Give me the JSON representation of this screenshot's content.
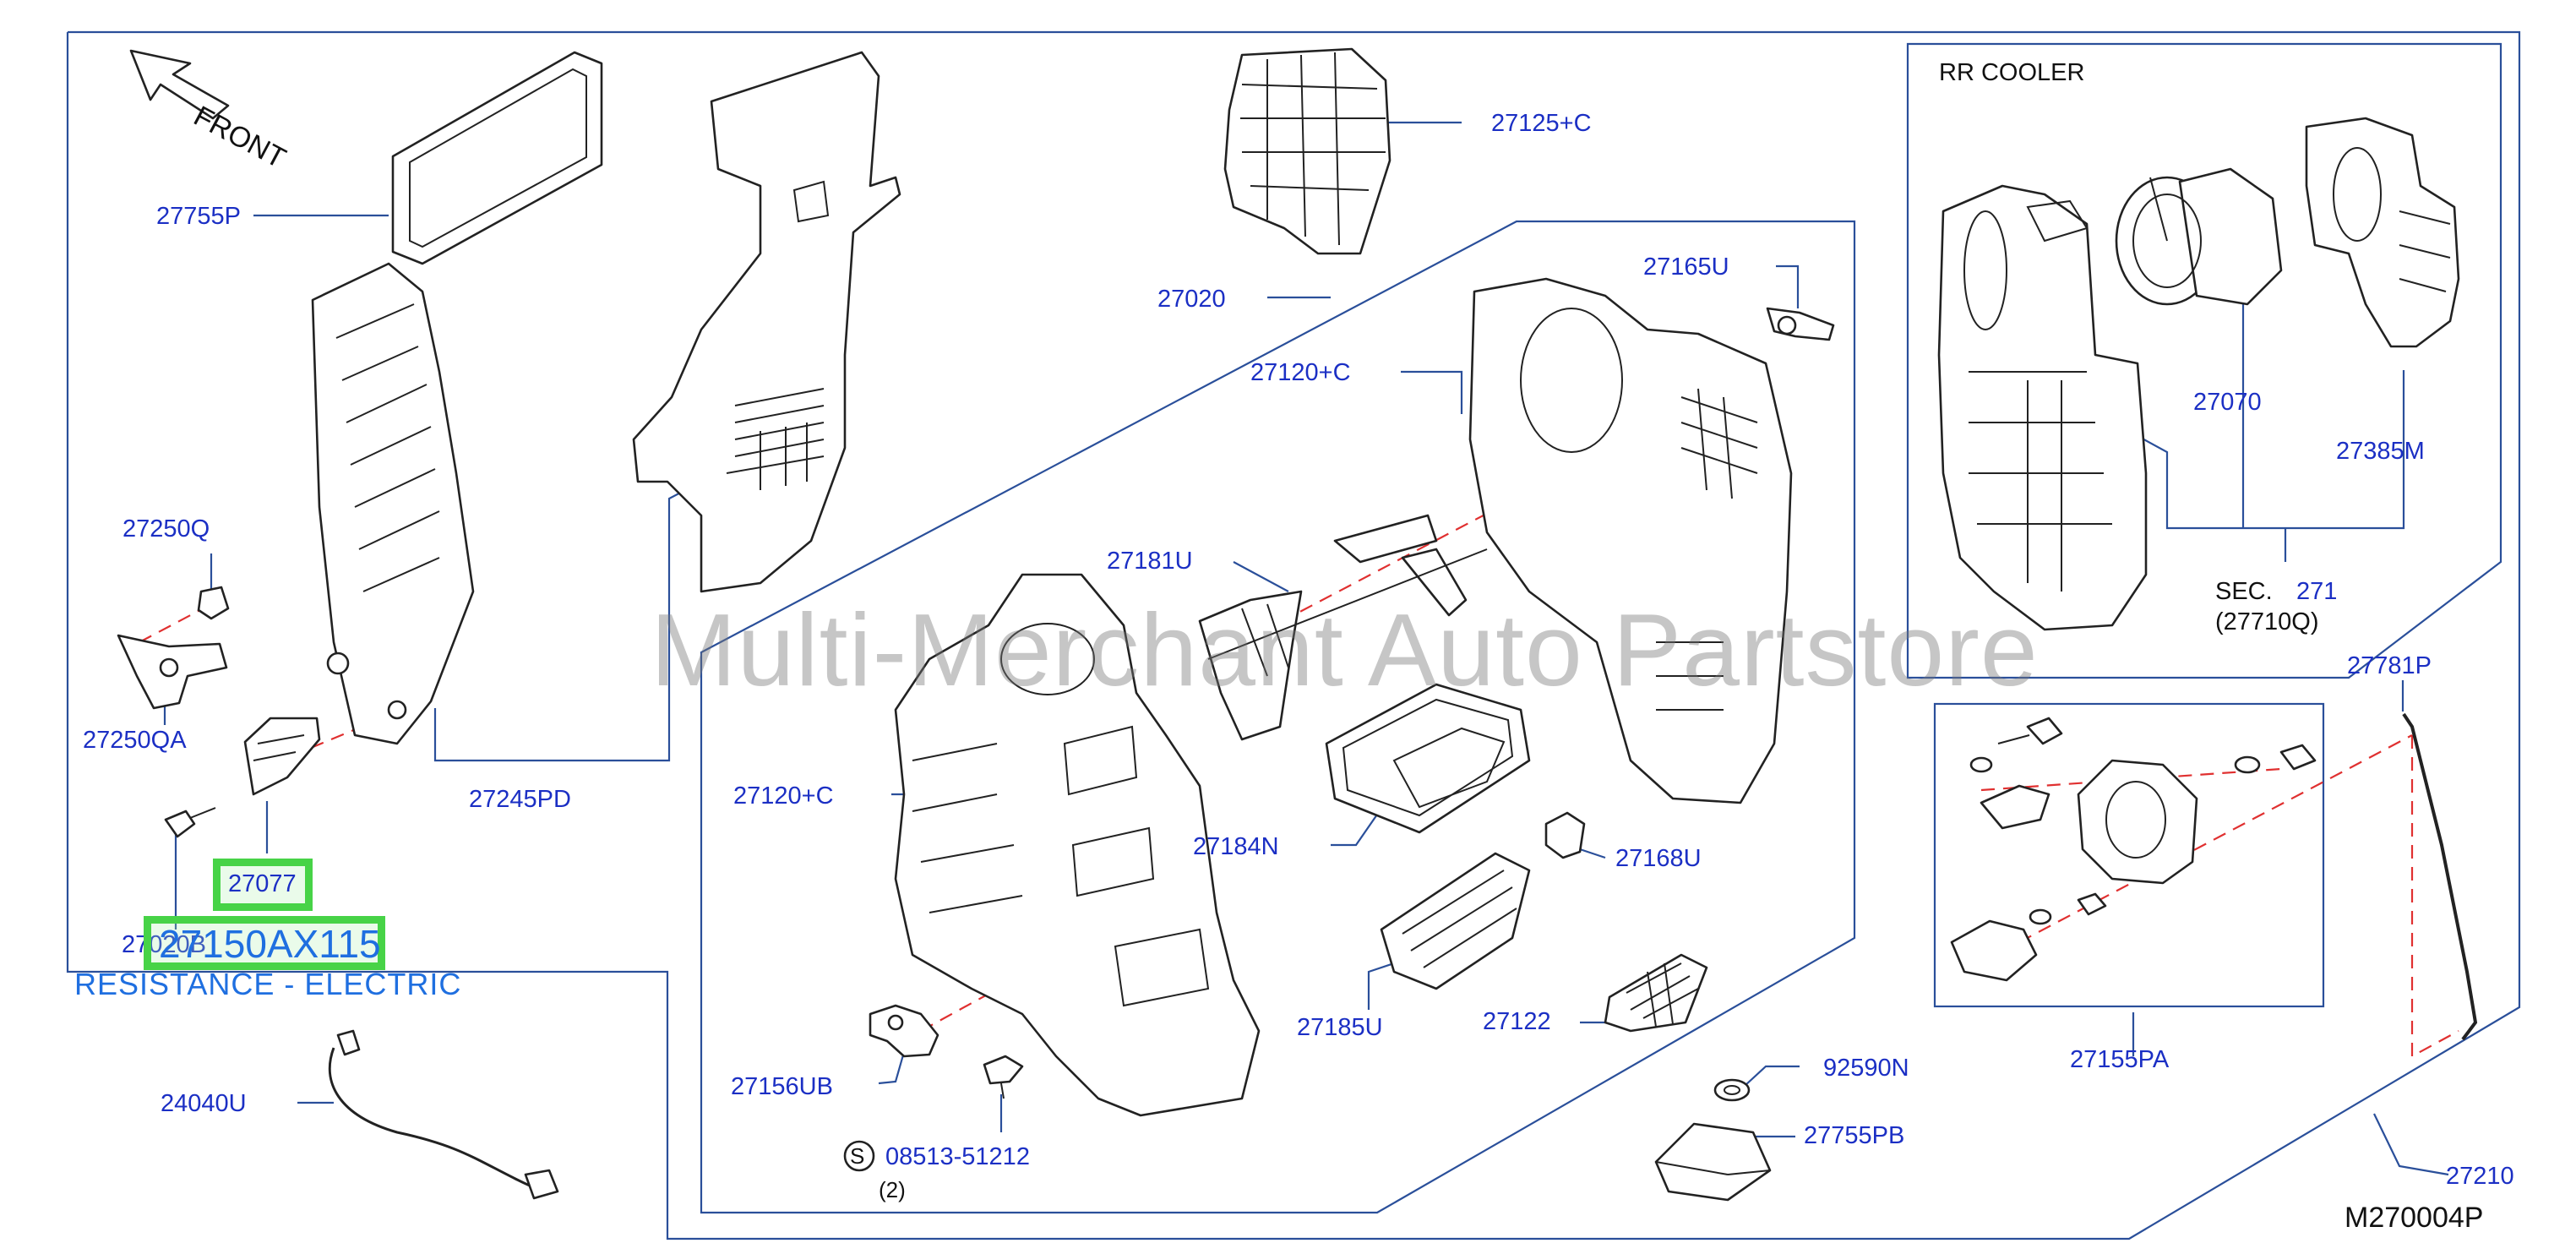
{
  "diagram_id": "M270004P",
  "front_label": "FRONT",
  "watermark": "Multi-Merchant Auto Partstore",
  "highlight": {
    "part_number": "27150AX115",
    "description": "RESISTANCE - ELECTRIC",
    "callout": "27077"
  },
  "rr_cooler": {
    "title": "RR   COOLER",
    "sec_prefix": "SEC.",
    "sec_number": "271",
    "sec_ref": "(27710Q)"
  },
  "screw_mark": "S",
  "screw_part": "08513-51212",
  "screw_qty": "(2)",
  "labels": {
    "p27755P": "27755P",
    "p27125C": "27125+C",
    "p27020": "27020",
    "p27165U": "27165U",
    "p27120C_top": "27120+C",
    "p27250Q": "27250Q",
    "p27181U": "27181U",
    "p27250QA": "27250QA",
    "p27120C_mid": "27120+C",
    "p27245PD": "27245PD",
    "p27184N": "27184N",
    "p27168U": "27168U",
    "p27020B": "27020B",
    "p27185U": "27185U",
    "p27122": "27122",
    "p27156UB": "27156UB",
    "p24040U": "24040U",
    "p92590N": "92590N",
    "p27755PB": "27755PB",
    "p27070": "27070",
    "p27385M": "27385M",
    "p27781P": "27781P",
    "p27155PA": "27155PA",
    "p27210": "27210"
  }
}
